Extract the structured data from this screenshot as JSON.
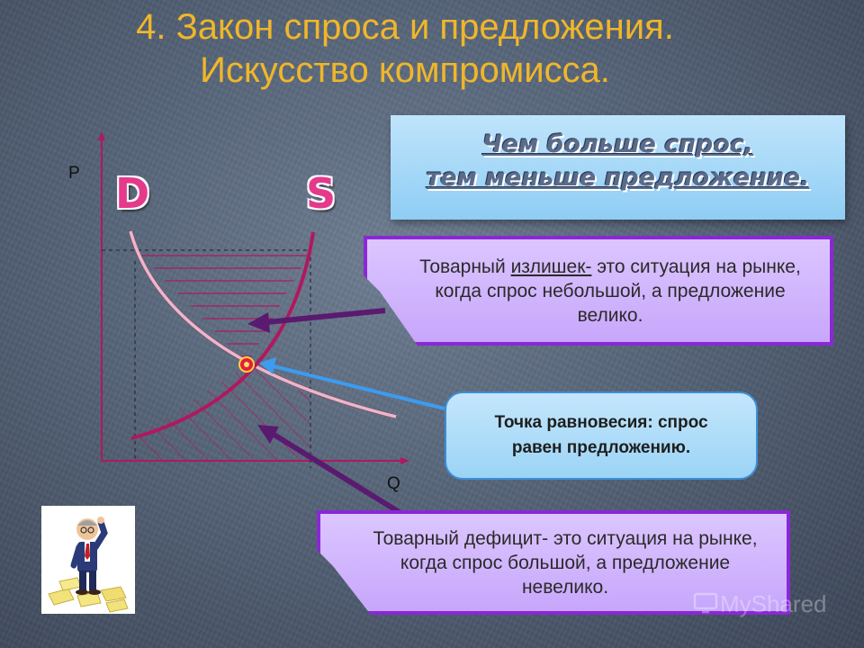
{
  "title": {
    "line1": "4. Закон спроса и предложения.",
    "line2": "Искусство компромисса."
  },
  "banner": {
    "line1": "Чем больше спрос,",
    "line2": "тем меньше предложение."
  },
  "axes": {
    "y_label": "P",
    "x_label": "Q"
  },
  "curves": {
    "demand_label": "D",
    "supply_label": "S"
  },
  "callouts": {
    "surplus": {
      "before": "Товарный ",
      "underlined": "излишек-",
      "after": " это ситуация на рынке, когда спрос небольшой, а предложение велико."
    },
    "equilibrium": {
      "line1": "Точка равновесия: спрос",
      "line2": "равен предложению."
    },
    "deficit": {
      "text": "Товарный дефицит- это ситуация на рынке, когда спрос большой, а предложение невелико."
    }
  },
  "watermark": "MyShared",
  "colors": {
    "title": "#f0b62a",
    "supply_curve": "#b0185f",
    "demand_curve": "#f0b4c8",
    "hatch": "#b0185f",
    "callout_border": "#8a28d6",
    "equilibrium_arrow": "#3b9cf0",
    "pointer_arrow": "#5a1a70"
  },
  "icons": [
    "equilibrium-point-icon",
    "arrow-icon",
    "cartoon-man-icon",
    "tv-monitor-icon"
  ]
}
